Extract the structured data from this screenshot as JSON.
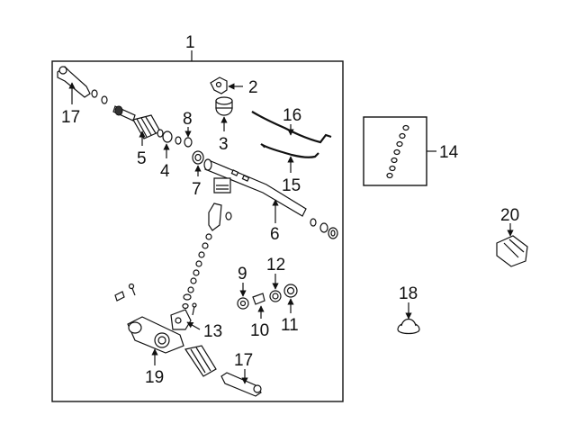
{
  "callouts": {
    "c1": "1",
    "c2": "2",
    "c3": "3",
    "c4": "4",
    "c5": "5",
    "c6": "6",
    "c7": "7",
    "c8": "8",
    "c9": "9",
    "c10": "10",
    "c11": "11",
    "c12": "12",
    "c13": "13",
    "c14": "14",
    "c15": "15",
    "c16": "16",
    "c17a": "17",
    "c17b": "17",
    "c18": "18",
    "c19": "19",
    "c20": "20"
  }
}
